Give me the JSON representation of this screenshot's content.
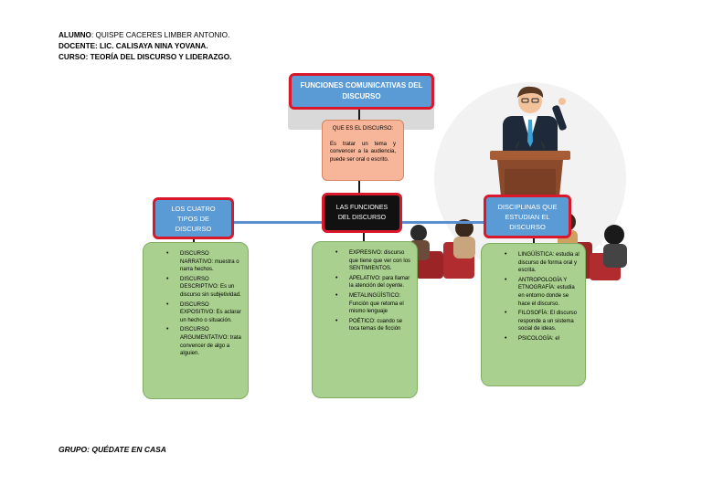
{
  "header": {
    "alumno_label": "ALUMNO",
    "alumno_value": ": QUISPE CACERES LIMBER ANTONIO.",
    "docente_label": "DOCENTE",
    "docente_value": ": LIC. CALISAYA NINA YOVANA.",
    "curso_label": "CURSO",
    "curso_value": ": TEORÍA DEL DISCURSO Y LIDERAZGO."
  },
  "diagram": {
    "title": "FUNCIONES COMUNICATIVAS DEL DISCURSO",
    "que_es": {
      "question": "QUE ES EL DISCURSO:",
      "definition": "Es tratar un tema y convencer a la audiencia, puede ser oral o escrito."
    },
    "left": {
      "heading": "LOS CUATRO TIPOS DE DISCURSO",
      "items": [
        "DISCURSO NARRATIVO: muestra o narra hechos.",
        "DISCURSO DESCRIPTIVO: Es un discurso sin subjetividad.",
        "DISCURSO EXPOSITIVO: Es aclarar un hecho o situación.",
        "DISCURSO ARGUMENTATIVO: trata convencer de algo a alguien."
      ]
    },
    "center": {
      "heading": "LAS FUNCIONES DEL DISCURSO",
      "items": [
        "EXPRESIVO: discurso que tiene que ver con los SENTIMIENTOS.",
        "APELATIVO: para llamar la atención del oyente.",
        "METALINGÜÍSTICO: Función que retoma el mismo lenguaje",
        "POÉTICO: cuando se toca temas de ficción"
      ]
    },
    "right": {
      "heading": "DISCIPLINAS QUE ESTUDIAN EL DISCURSO",
      "items": [
        "LINGÜÍSTICA: estudia al discurso de forma oral y escrita.",
        "ANTROPOLOGÍA Y ETNOGRAFÍA: estudia en entorno donde se hace el discurso.",
        "FILOSOFÍA: El discurso responde a un sistema social de ideas.",
        "PSICOLOGÍA: el"
      ]
    }
  },
  "footer": {
    "grupo_label": "GRUPO",
    "grupo_value": ": QUÉDATE EN CASA"
  },
  "illustration": {
    "icon": "speaker-at-podium-illustration",
    "colors": {
      "podium": "#8b4a2b",
      "suit": "#1e2a3a",
      "tie": "#3aa0d8",
      "chairs": "#9b2426"
    }
  }
}
